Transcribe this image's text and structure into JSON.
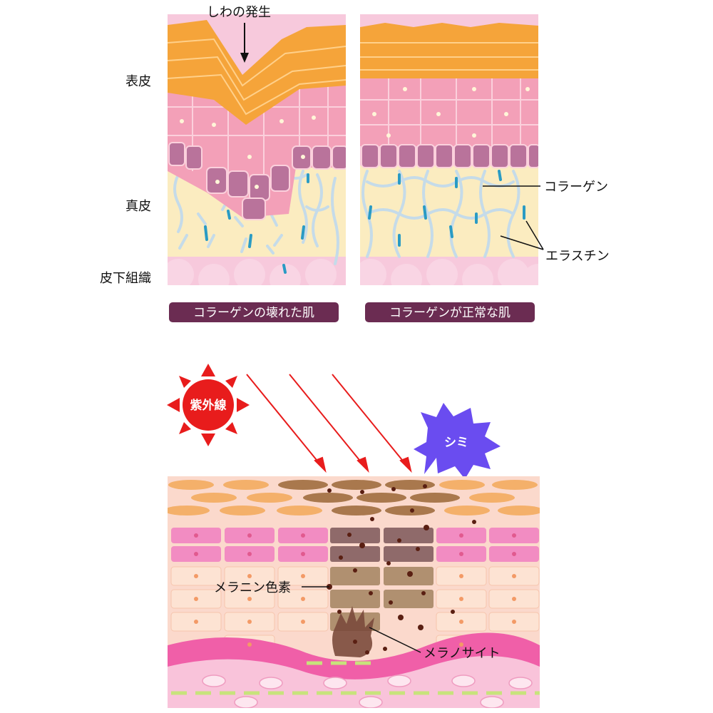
{
  "top": {
    "wrinkle_label": "しわの発生",
    "layers": {
      "epidermis": "表皮",
      "dermis": "真皮",
      "subcutaneous": "皮下組織"
    },
    "collagen_label": "コラーゲン",
    "elastin_label": "エラスチン",
    "damaged_caption": "コラーゲンの壊れた肌",
    "normal_caption": "コラーゲンが正常な肌"
  },
  "bottom": {
    "uv_label": "紫外線",
    "spot_label": "シミ",
    "melanin_label": "メラニン色素",
    "melanocyte_label": "メラノサイト"
  },
  "colors": {
    "horny_layer": "#f5a43a",
    "pink_cells": "#f3a0b8",
    "basal_cells": "#b9739b",
    "dermis": "#fbecc0",
    "collagen": "#c5dbe9",
    "elastin": "#2a9bc4",
    "subcutaneous": "#f7c9dc",
    "caption_bg": "#6b2c52",
    "uv_red": "#e81c1c",
    "spot_purple": "#6a4cf0",
    "melanin": "#5a1f12"
  }
}
